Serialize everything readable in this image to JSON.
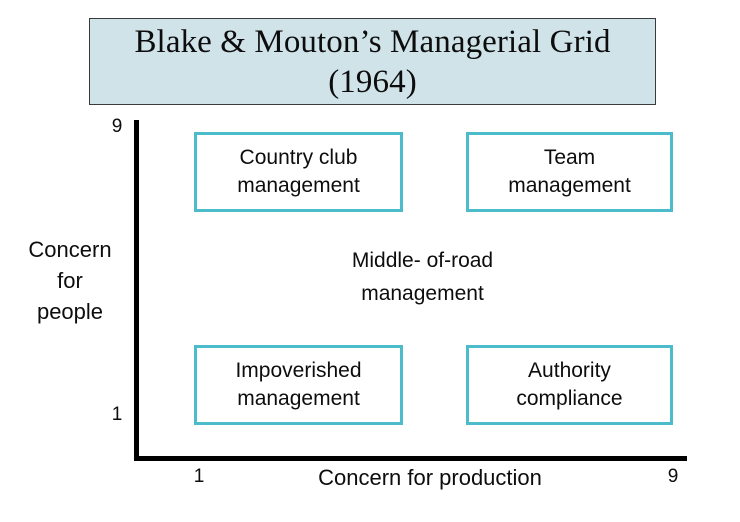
{
  "title": {
    "line1": "Blake & Mouton’s Managerial",
    "line2": "Grid (1964)"
  },
  "axes": {
    "y": {
      "title_line1": "Concern",
      "title_line2": "for",
      "title_line3": "people",
      "tick_max": "9",
      "tick_min": "1"
    },
    "x": {
      "title": "Concern for production",
      "tick_min": "1",
      "tick_max": "9"
    }
  },
  "quadrants": [
    {
      "key": "country-club",
      "line1": "Country club",
      "line2": "management",
      "position": "top-left"
    },
    {
      "key": "team",
      "line1": "Team",
      "line2": "management",
      "position": "top-right"
    },
    {
      "key": "impoverished",
      "line1": "Impoverished",
      "line2": "management",
      "position": "bottom-left"
    },
    {
      "key": "authority-compliance",
      "line1": "Authority",
      "line2": "compliance",
      "position": "bottom-right"
    }
  ],
  "center": {
    "line1": "Middle- of-road",
    "line2": "management"
  },
  "colors": {
    "title_fill": "#cfe3e9",
    "title_border": "#3a3a3a",
    "quad_border": "#4cbcca",
    "axis": "#000000",
    "text": "#0d0d0d",
    "background": "#ffffff"
  },
  "chart_data": {
    "type": "scatter",
    "title": "Blake & Mouton’s Managerial Grid (1964)",
    "xlabel": "Concern for production",
    "ylabel": "Concern for people",
    "xlim": [
      1,
      9
    ],
    "ylim": [
      1,
      9
    ],
    "xticks": [
      "1",
      "9"
    ],
    "yticks": [
      "1",
      "9"
    ],
    "grid": false,
    "legend": "none",
    "annotations": [
      {
        "label": "Country club management",
        "x": 1,
        "y": 9
      },
      {
        "label": "Team management",
        "x": 9,
        "y": 9
      },
      {
        "label": "Middle- of-road management",
        "x": 5,
        "y": 5
      },
      {
        "label": "Impoverished management",
        "x": 1,
        "y": 1
      },
      {
        "label": "Authority compliance",
        "x": 9,
        "y": 1
      }
    ]
  }
}
